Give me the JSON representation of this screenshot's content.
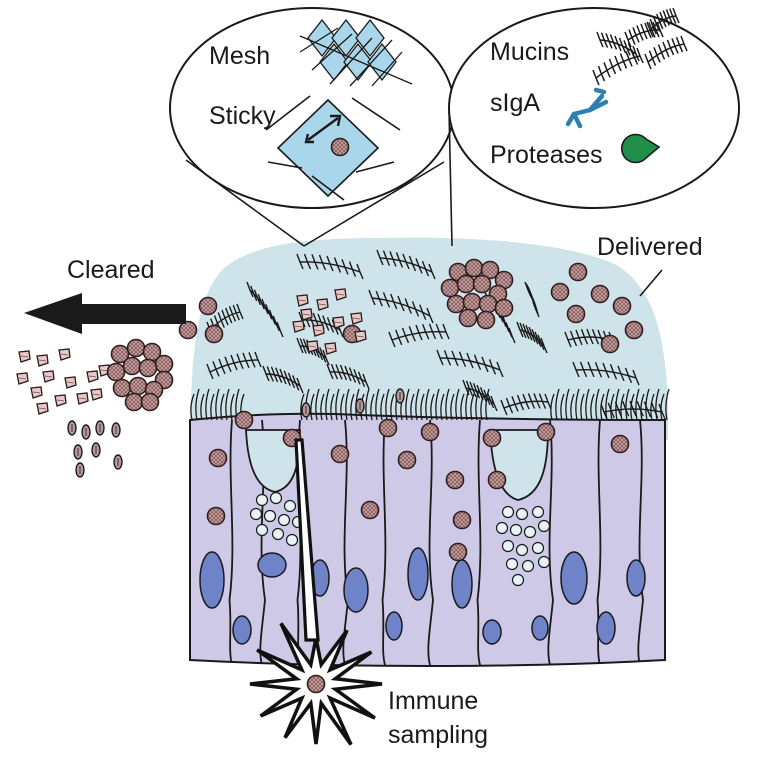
{
  "labels": {
    "mesh": "Mesh",
    "sticky": "Sticky",
    "mucins": "Mucins",
    "siga": "sIgA",
    "proteases": "Proteases",
    "cleared": "Cleared",
    "delivered": "Delivered",
    "immune_line1": "Immune",
    "immune_line2": "sampling"
  },
  "colors": {
    "mucus": "#cfe3ea",
    "cell": "#cdc9e6",
    "nucleus": "#6f83c8",
    "mesh": "#a9d6ea",
    "particle": "#b48a8a",
    "siga": "#2e7fb0",
    "protease": "#1f8f4a",
    "outline": "#1a1a1a"
  },
  "icons": {
    "arrow": "left-arrow-icon",
    "siga": "antibody-icon",
    "protease": "pacman-enzyme-icon",
    "mucin": "mucin-fiber-icon"
  }
}
